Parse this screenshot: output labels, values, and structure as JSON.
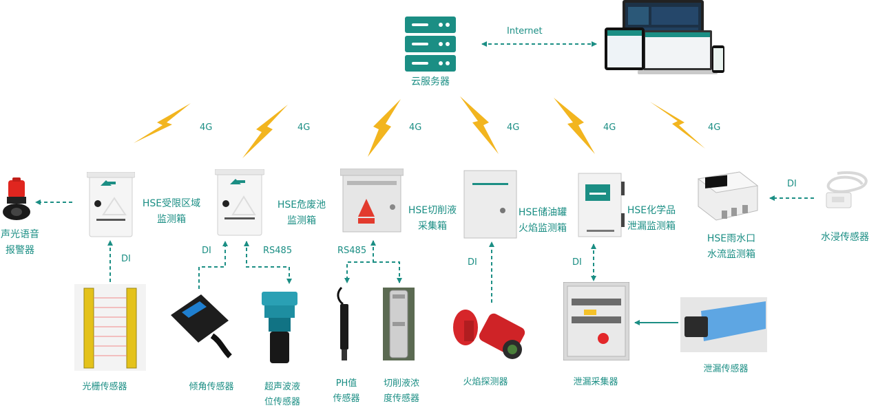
{
  "colors": {
    "accent": "#1b8e84",
    "bolt": "#f2b51f",
    "box": "#eeeeee"
  },
  "cloud": {
    "label": "云服务器",
    "icon": "server-icon"
  },
  "internet_label": "Internet",
  "network_labels": [
    "4G",
    "4G",
    "4G",
    "4G",
    "4G",
    "4G"
  ],
  "boxes": [
    {
      "label": "HSE受限区域\n监测箱"
    },
    {
      "label": "HSE危废池\n监测箱"
    },
    {
      "label": "HSE切削液\n采集箱"
    },
    {
      "label": "HSE储油罐\n火焰监测箱"
    },
    {
      "label": "HSE化学品\n泄漏监测箱"
    },
    {
      "label": "HSE雨水口\n水流监测箱"
    }
  ],
  "alarm": {
    "label": "声光语音\n报警器"
  },
  "water_sensor": {
    "label": "水浸传感器"
  },
  "connections": {
    "di": "DI",
    "rs485": "RS485"
  },
  "sensors": [
    {
      "label": "光栅传感器"
    },
    {
      "label": "倾角传感器"
    },
    {
      "label": "超声波液\n位传感器"
    },
    {
      "label": "PH值\n传感器"
    },
    {
      "label": "切削液浓\n度传感器"
    },
    {
      "label": "火焰探测器"
    },
    {
      "label": "泄漏采集器"
    },
    {
      "label": "泄漏传感器"
    }
  ]
}
